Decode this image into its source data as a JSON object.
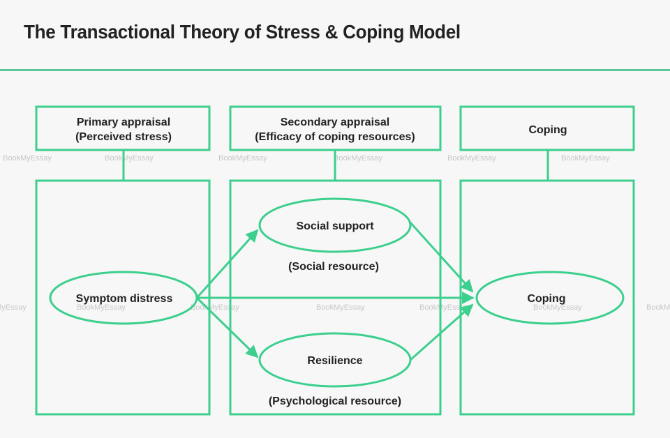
{
  "title": "The Transactional Theory of Stress & Coping Model",
  "colors": {
    "accent": "#3ccf8e",
    "rule": "#5cc79c",
    "text": "#222222",
    "background": "#f7f7f7",
    "watermark": "#c8c8c8"
  },
  "columns": [
    {
      "id": "primary",
      "header_lines": [
        "Primary appraisal",
        "(Perceived stress)"
      ]
    },
    {
      "id": "secondary",
      "header_lines": [
        "Secondary appraisal",
        "(Efficacy of coping resources)"
      ]
    },
    {
      "id": "coping",
      "header_lines": [
        "Coping"
      ]
    }
  ],
  "nodes": {
    "symptom_distress": "Symptom distress",
    "social_support": "Social support",
    "social_support_caption": "(Social resource)",
    "resilience": "Resilience",
    "resilience_caption": "(Psychological resource)",
    "coping": "Coping"
  },
  "edges": [
    {
      "from": "Symptom distress",
      "to": "Social support"
    },
    {
      "from": "Symptom distress",
      "to": "Resilience"
    },
    {
      "from": "Symptom distress",
      "to": "Coping"
    },
    {
      "from": "Social support",
      "to": "Coping"
    },
    {
      "from": "Resilience",
      "to": "Coping"
    }
  ],
  "watermark": "BookMyEssay"
}
